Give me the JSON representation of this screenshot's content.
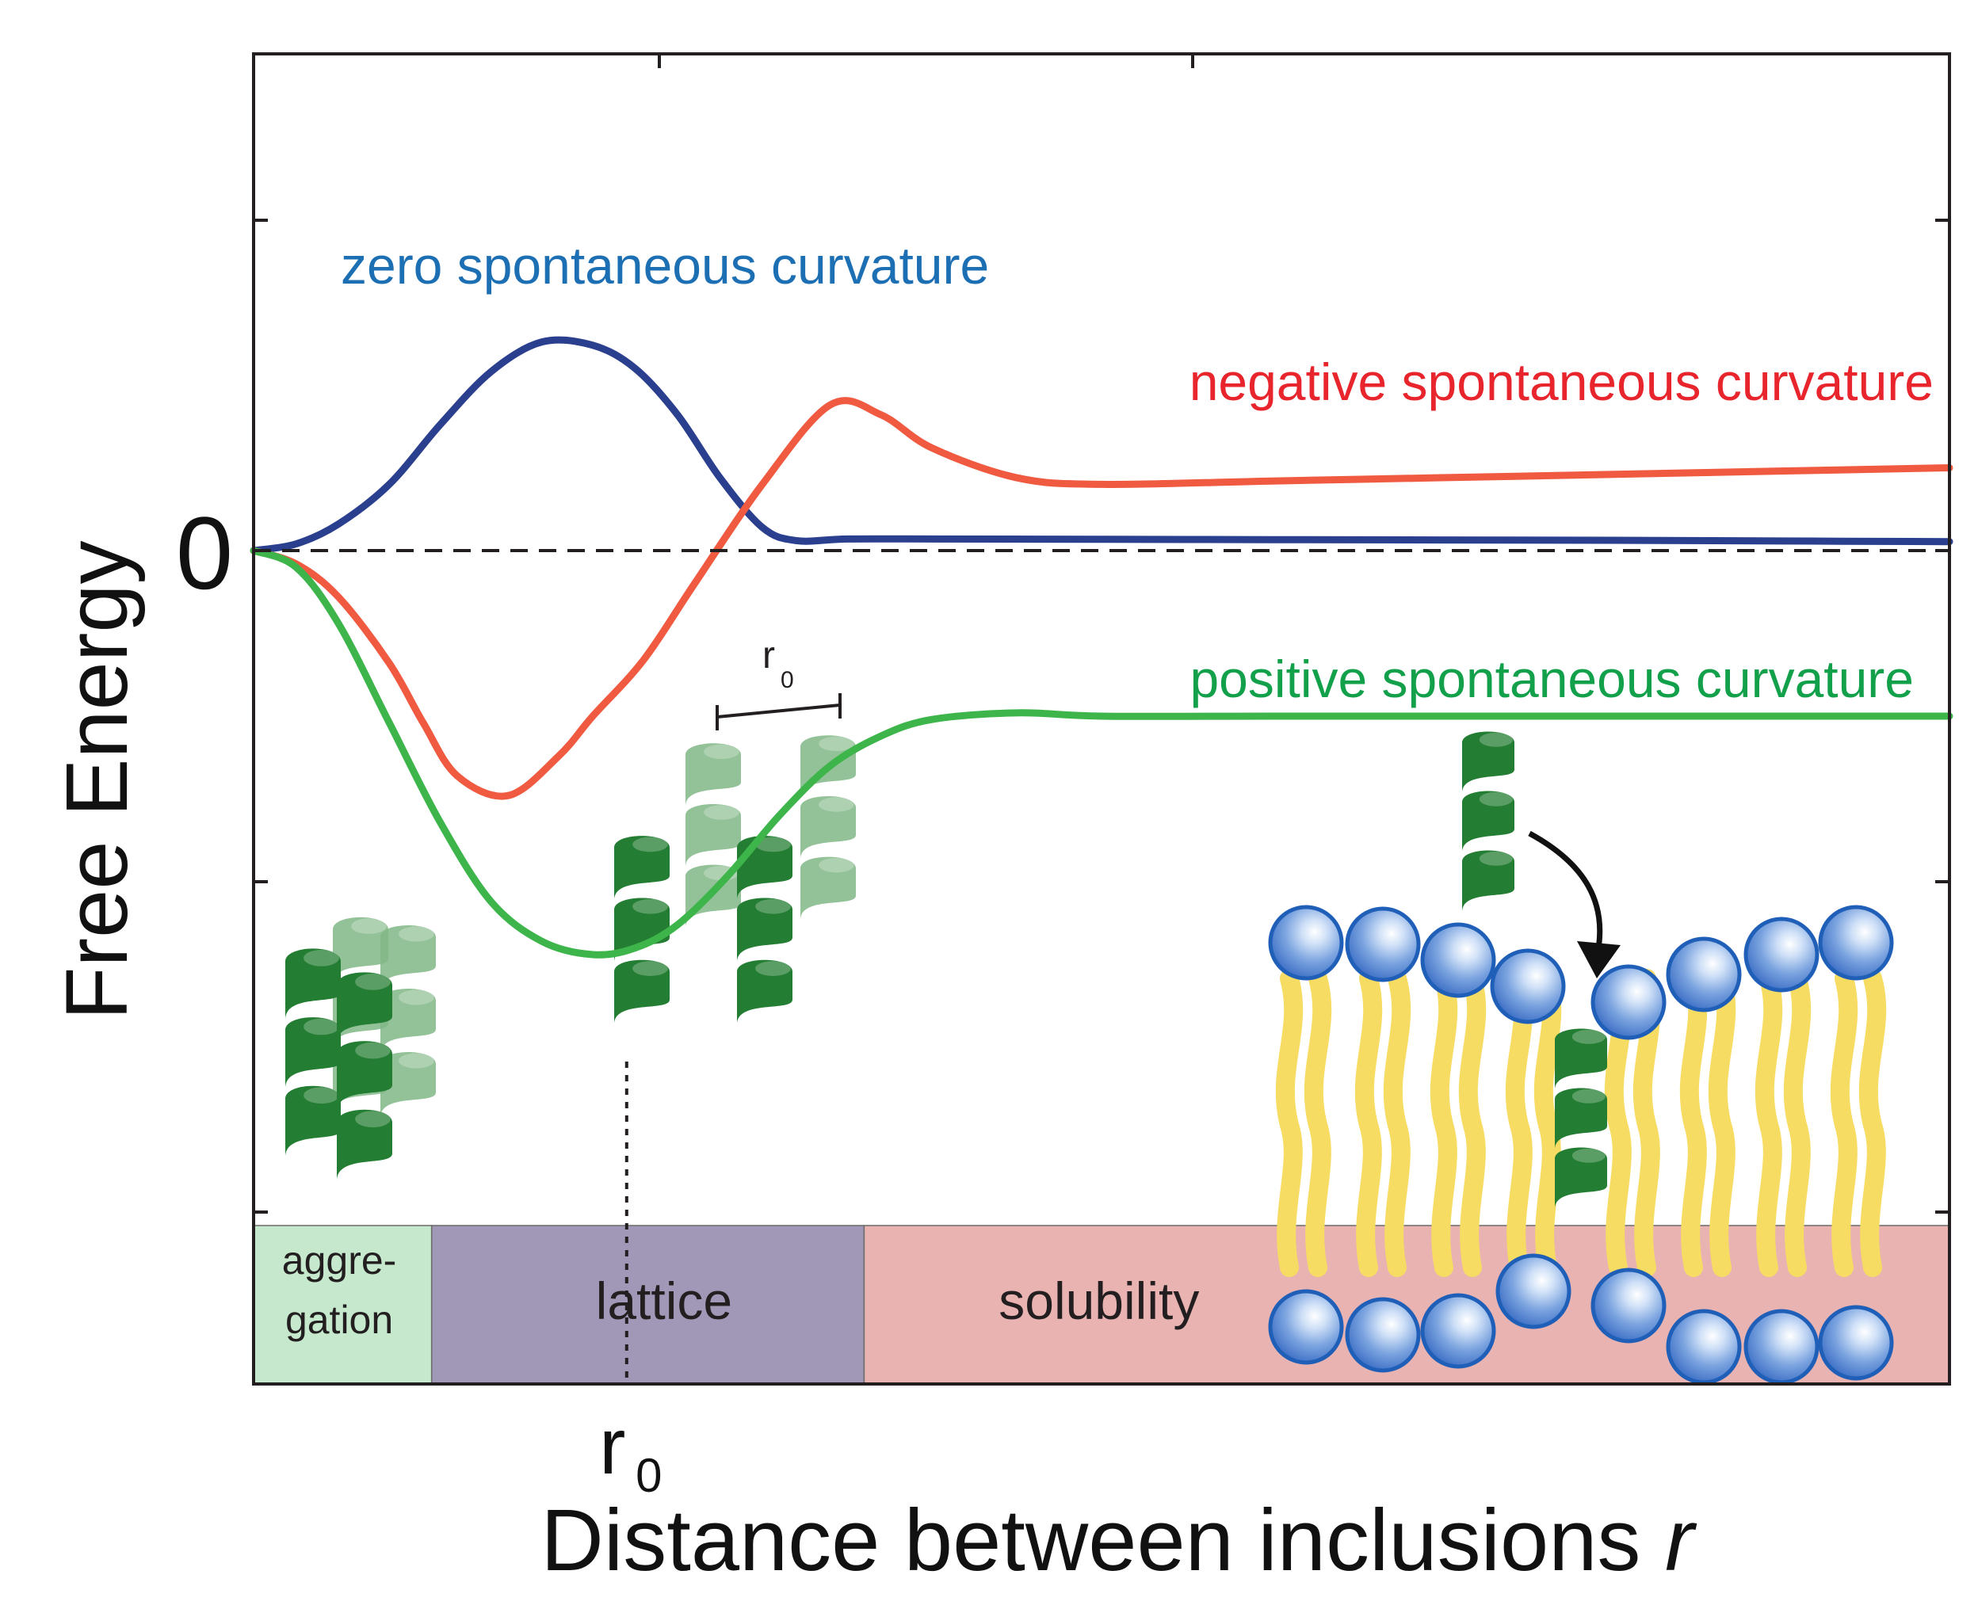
{
  "chart_data": {
    "type": "line",
    "xlabel": "Distance between inclusions",
    "xlabel_var": "r",
    "ylabel": "Free Energy",
    "x_ticks": [
      {
        "x": 0.22,
        "label": "r",
        "sub": "0"
      }
    ],
    "y_ticks": [
      {
        "y": 0,
        "label": "0"
      }
    ],
    "xlim": [
      0,
      1
    ],
    "ylim": [
      -1.25,
      1.0
    ],
    "zero_line": {
      "y": 0,
      "style": "dashed"
    },
    "r0_marker": {
      "x": 0.22,
      "label": "r",
      "sub": "0",
      "style": "dotted"
    },
    "series": [
      {
        "name": "zero spontaneous curvature",
        "color": "#2b3f8f",
        "label_color": "#1c6fb3",
        "x": [
          0,
          0.025,
          0.05,
          0.08,
          0.11,
          0.14,
          0.17,
          0.2,
          0.225,
          0.25,
          0.275,
          0.3,
          0.32,
          0.35,
          0.4,
          0.5,
          0.6,
          0.7,
          0.8,
          0.9,
          1.0
        ],
        "y": [
          0,
          0.02,
          0.08,
          0.2,
          0.38,
          0.54,
          0.63,
          0.62,
          0.55,
          0.41,
          0.22,
          0.07,
          0.03,
          0.035,
          0.035,
          0.034,
          0.033,
          0.032,
          0.031,
          0.029,
          0.027
        ]
      },
      {
        "name": "negative spontaneous curvature",
        "color": "#f05a41",
        "label_color": "#e8252d",
        "x": [
          0,
          0.025,
          0.05,
          0.08,
          0.1,
          0.12,
          0.15,
          0.18,
          0.2,
          0.23,
          0.26,
          0.3,
          0.34,
          0.37,
          0.4,
          0.45,
          0.5,
          0.6,
          0.7,
          0.8,
          0.9,
          1.0
        ],
        "y": [
          0,
          -0.04,
          -0.14,
          -0.34,
          -0.52,
          -0.68,
          -0.74,
          -0.62,
          -0.5,
          -0.33,
          -0.1,
          0.2,
          0.44,
          0.41,
          0.31,
          0.22,
          0.2,
          0.21,
          0.22,
          0.23,
          0.24,
          0.25
        ]
      },
      {
        "name": "positive spontaneous curvature",
        "color": "#3db54a",
        "label_color": "#12a04a",
        "x": [
          0,
          0.025,
          0.05,
          0.08,
          0.11,
          0.14,
          0.17,
          0.2,
          0.225,
          0.25,
          0.28,
          0.31,
          0.34,
          0.37,
          0.4,
          0.45,
          0.5,
          0.6,
          0.7,
          0.8,
          0.9,
          1.0
        ],
        "y": [
          0,
          -0.05,
          -0.22,
          -0.52,
          -0.82,
          -1.06,
          -1.18,
          -1.22,
          -1.2,
          -1.13,
          -0.98,
          -0.8,
          -0.65,
          -0.56,
          -0.51,
          -0.49,
          -0.5,
          -0.5,
          -0.5,
          -0.5,
          -0.5,
          -0.5
        ]
      }
    ],
    "regions": [
      {
        "name": "aggregation",
        "label_lines": [
          "aggre-",
          "gation"
        ],
        "x0": 0,
        "x1": 0.105,
        "color": "#c6e8cc"
      },
      {
        "name": "lattice",
        "label_lines": [
          "lattice"
        ],
        "x0": 0.105,
        "x1": 0.36,
        "color": "#a098b6"
      },
      {
        "name": "solubility",
        "label_lines": [
          "solubility"
        ],
        "x0": 0.36,
        "x1": 1.0,
        "color": "#e8b3b1"
      }
    ],
    "inset_labels": [
      {
        "name": "r0-scale",
        "label": "r",
        "sub": "0"
      }
    ],
    "illustration_colors": {
      "helix_dark": "#237d32",
      "helix_light": "#82b887",
      "lipid_head": "#3a74c8",
      "lipid_tail": "#f7dc63"
    }
  }
}
